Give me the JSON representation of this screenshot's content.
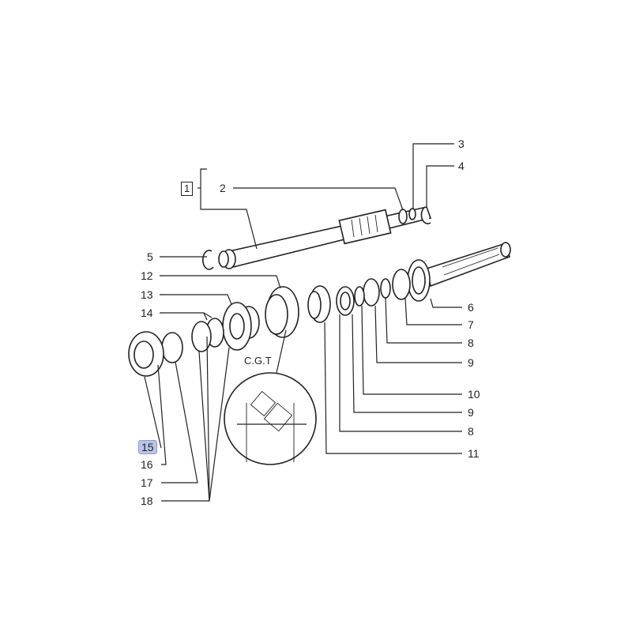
{
  "diagram": {
    "assembly_label": "1",
    "inset_label": "C.G.T",
    "selected_label": "15",
    "highlight_color": "#b8c4ea",
    "callouts": {
      "c2": "2",
      "c3": "3",
      "c4": "4",
      "c5": "5",
      "c6": "6",
      "c7": "7",
      "c8a": "8",
      "c9a": "9",
      "c10": "10",
      "c9b": "9",
      "c8b": "8",
      "c11": "11",
      "c12": "12",
      "c13": "13",
      "c14": "14",
      "c15": "15",
      "c16": "16",
      "c17": "17",
      "c18": "18"
    }
  }
}
